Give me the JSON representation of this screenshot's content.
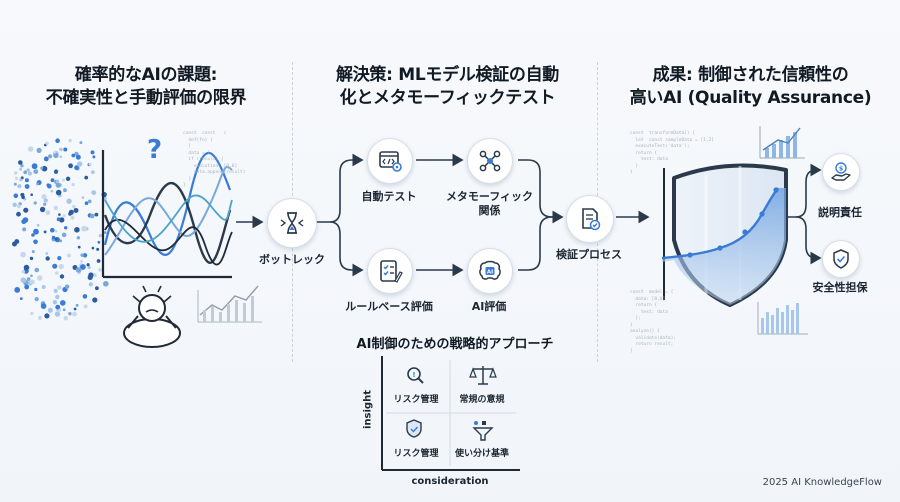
{
  "sections": {
    "problem": {
      "title_line1": "確率的なAIの課題:",
      "title_line2": "不確実性と手動評価の限界"
    },
    "solution": {
      "title_line1": "解決策: MLモデル検証の自動",
      "title_line2": "化とメタモーフィックテスト"
    },
    "result": {
      "title_line1": "成果: 制御された信頼性の",
      "title_line2": "高いAI (Quality Assurance)"
    }
  },
  "flow": {
    "bottleneck": "ボットレック",
    "auto_test": "自動テスト",
    "metamorphic_line1": "メタモーフィック",
    "metamorphic_line2": "関係",
    "rule_eval": "ルールベース評価",
    "ai_eval": "AI評価",
    "verification": "検証プロセス",
    "accountability": "説明責任",
    "safety": "安全性担保"
  },
  "strategy": {
    "title": "AI制御のための戦略的アプローチ",
    "y_axis": "insight",
    "x_axis": "consideration",
    "quadrants": [
      "リスク管理",
      "常規の意規",
      "リスク管理",
      "使い分け基準"
    ]
  },
  "footer": "2025 AI KnowledgeFlow",
  "colors": {
    "accent": "#3a7bd5",
    "dark": "#2b3a4a",
    "teal": "#4aa3c8"
  },
  "icons": [
    "question-icon",
    "hourglass-icon",
    "code-window-icon",
    "network-icon",
    "checklist-icon",
    "ai-brain-icon",
    "document-check-icon",
    "shield-icon",
    "hand-coin-icon",
    "shield-check-icon",
    "magnifier-icon",
    "scales-icon",
    "filter-icon"
  ]
}
